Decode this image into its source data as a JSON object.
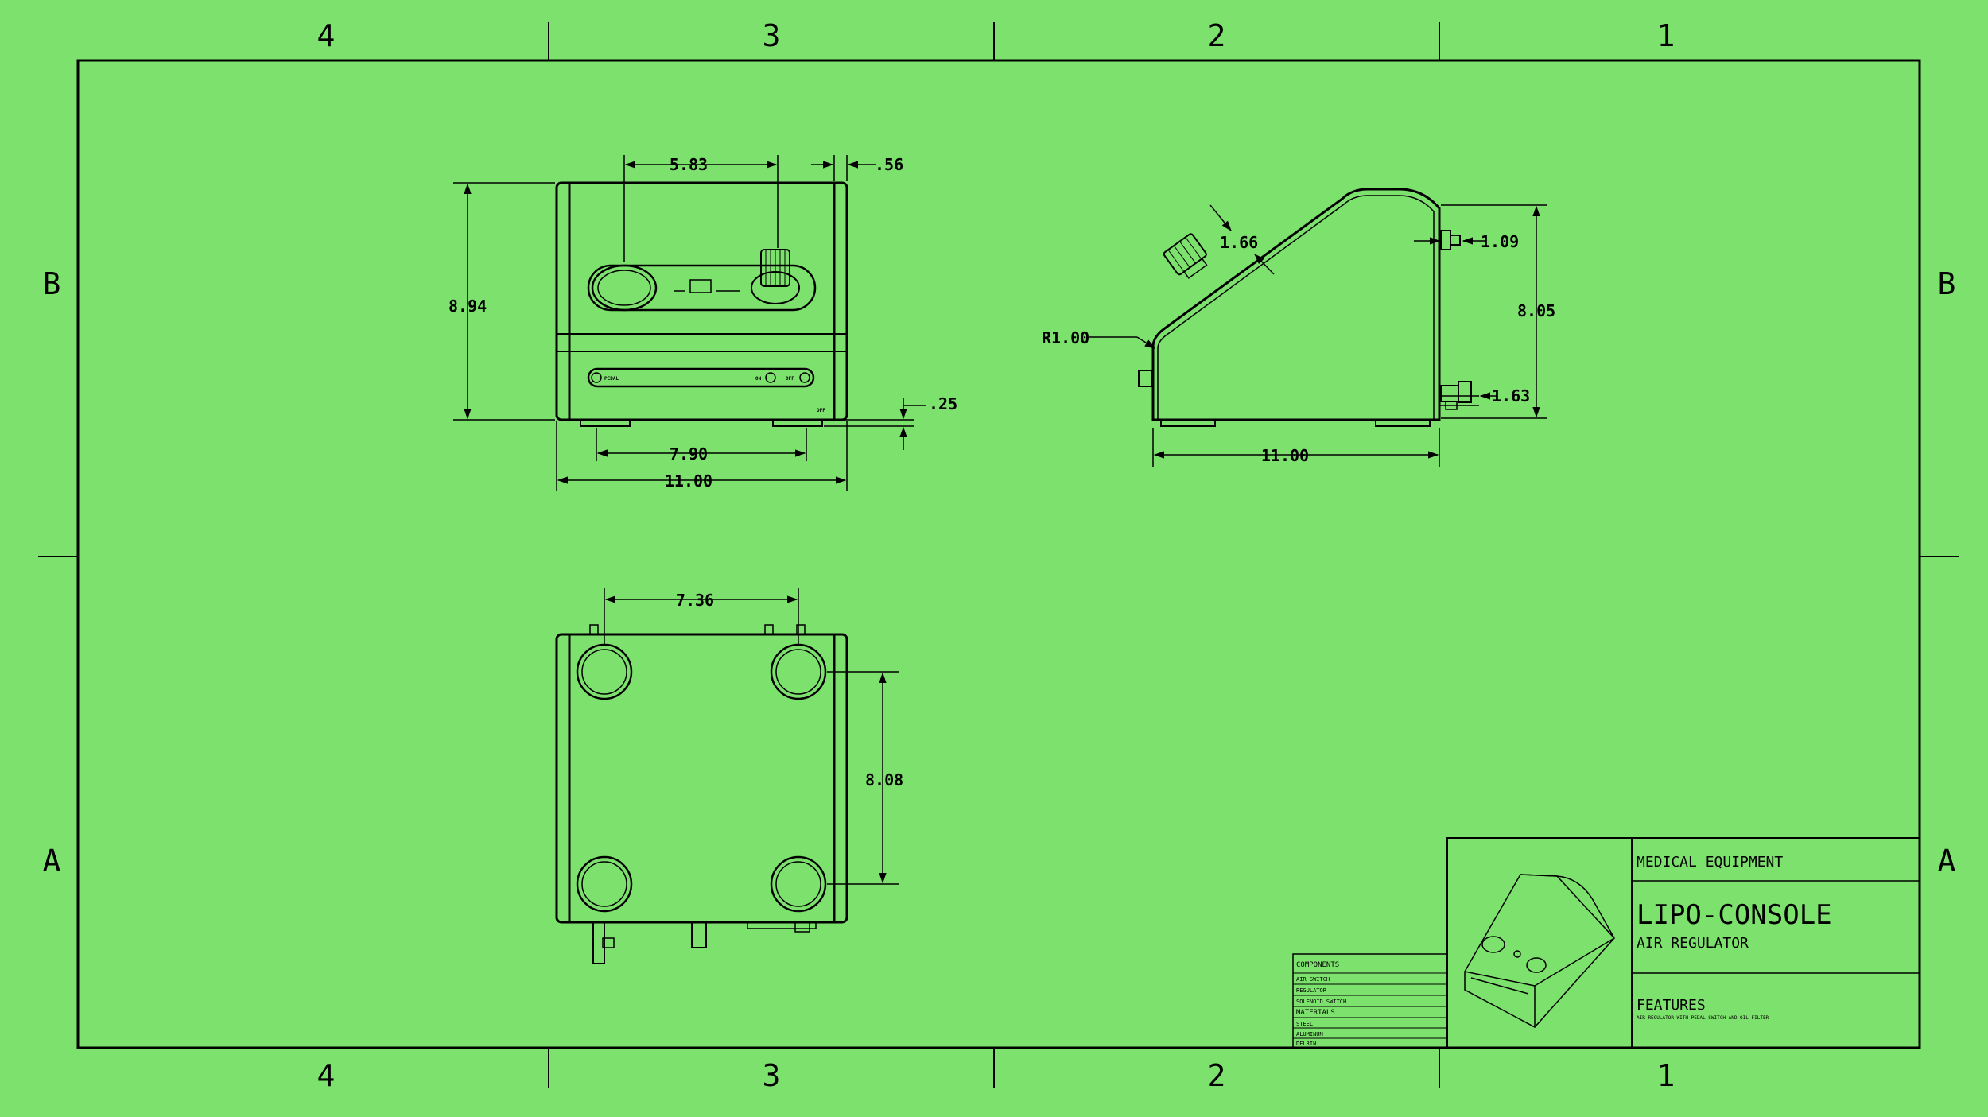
{
  "zones": {
    "columns": [
      "4",
      "3",
      "2",
      "1"
    ],
    "rows": [
      "B",
      "A"
    ]
  },
  "front_view": {
    "dims": {
      "top_width": "5.83",
      "right_inset": ".56",
      "height": "8.94",
      "foot_height": ".25",
      "feet_span": "7.90",
      "overall_width": "11.00"
    },
    "panel_labels": {
      "pedal": "PEDAL",
      "on": "ON",
      "off": "OFF",
      "off_lower": "OFF"
    }
  },
  "side_view": {
    "dims": {
      "knob": "1.66",
      "fitting_top": "1.09",
      "height": "8.05",
      "radius": "R1.00",
      "fitting_bottom": "1.63",
      "depth": "11.00"
    }
  },
  "bottom_view": {
    "dims": {
      "feet_width": "7.36",
      "feet_depth": "8.08"
    }
  },
  "title_block": {
    "category": "MEDICAL EQUIPMENT",
    "title": "LIPO-CONSOLE",
    "subtitle": "AIR REGULATOR",
    "features_label": "FEATURES",
    "features_text": "AIR REGULATOR WITH PEDAL SWITCH AND OIL FILTER",
    "components_label": "COMPONENTS",
    "components": [
      "AIR SWITCH",
      "REGULATOR",
      "SOLENOID SWITCH"
    ],
    "materials_label": "MATERIALS",
    "materials": [
      "STEEL",
      "ALUMINUM",
      "DELRIN"
    ]
  },
  "colors": {
    "background": "#7de26d",
    "ink": "#000000"
  }
}
